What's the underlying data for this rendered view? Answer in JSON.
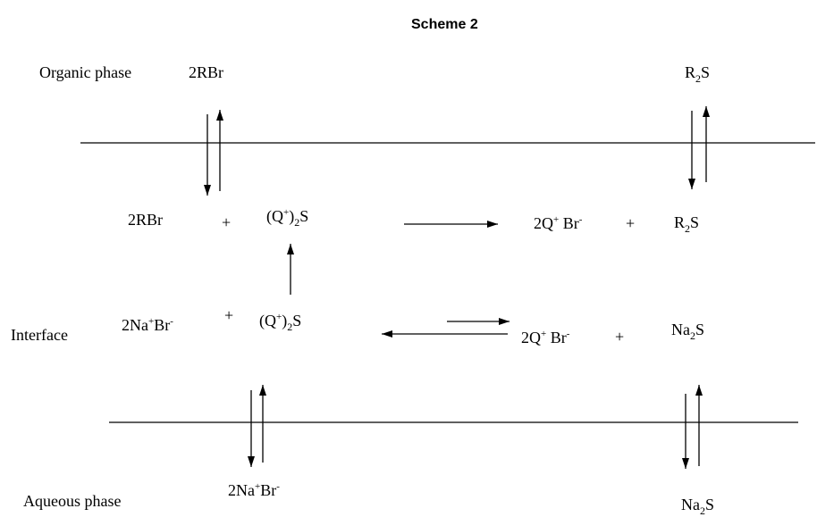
{
  "title": "Scheme 2",
  "labels": {
    "organic_phase": "Organic phase",
    "interface": "Interface",
    "aqueous_phase": "Aqueous phase"
  },
  "organic": {
    "left": "2RBr",
    "right": {
      "main": "R",
      "sub": "2",
      "tail": "S"
    }
  },
  "upper_reaction": {
    "reactant1": "2RBr",
    "plus1": "+",
    "reactant2": {
      "open": "(Q",
      "sup": "+",
      "close": ")",
      "sub": "2",
      "tail": "S"
    },
    "product1": {
      "main": "2Q",
      "sup1": "+",
      "mid": " Br",
      "sup2": "-"
    },
    "plus2": "+",
    "product2": {
      "main": "R",
      "sub": "2",
      "tail": "S"
    }
  },
  "interface_reaction": {
    "reactant1": {
      "main": "2Na",
      "sup1": "+",
      "mid": "Br",
      "sup2": "-"
    },
    "plus1": "+",
    "reactant2": {
      "open": "(Q",
      "sup": "+",
      "close": ")",
      "sub": "2",
      "tail": "S"
    },
    "product1": {
      "main": "2Q",
      "sup1": "+",
      "mid": " Br",
      "sup2": "-"
    },
    "plus2": "+",
    "product2": {
      "main": "Na",
      "sub": "2",
      "tail": "S"
    }
  },
  "aqueous": {
    "left": {
      "main": "2Na",
      "sup1": "+",
      "mid": "Br",
      "sup2": "-"
    },
    "right": {
      "main": "Na",
      "sub": "2",
      "tail": "S"
    }
  }
}
